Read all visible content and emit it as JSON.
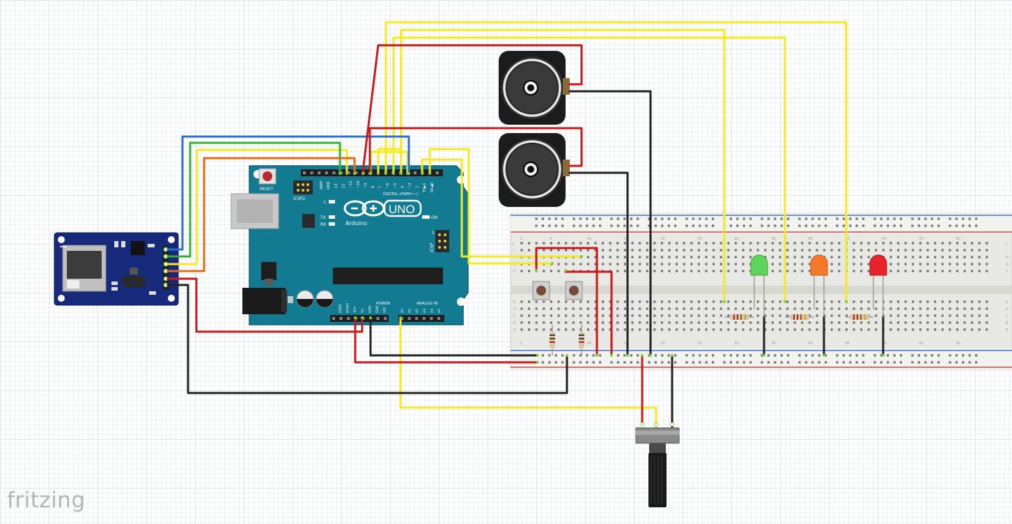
{
  "app": {
    "logo": "fritzing"
  },
  "arduino": {
    "reset_label": "RESET",
    "icsp2_label": "ICSP2",
    "icsp_label": "ICSP",
    "l_label": "L",
    "tx_label": "TX",
    "rx_label": "RX",
    "on_label": "ON",
    "uno_label": "UNO",
    "brand_label": "Arduino",
    "digital_label": "DIGITAL (PWM=~)",
    "aref_label": "AREF",
    "gnd_label": "GND",
    "digital_pins": [
      "13",
      "12",
      "~11",
      "~10",
      "~9",
      "8",
      "7",
      "~6",
      "~5",
      "4",
      "~3",
      "2",
      "TX▶1",
      "RX◀0"
    ],
    "power_label": "POWER",
    "analog_label": "ANALOG IN",
    "power_pins": [
      "IOREF",
      "RESET",
      "3V3",
      "5V",
      "GND",
      "GND",
      "VIN"
    ],
    "analog_pins": [
      "A0",
      "A1",
      "A2",
      "A3",
      "A4",
      "A5"
    ],
    "icsp_num": "1"
  },
  "breadboard": {
    "col_numbers": [
      "1",
      "5",
      "10",
      "15",
      "20",
      "25",
      "30",
      "35",
      "40",
      "45",
      "50",
      "55",
      "60"
    ],
    "row_letters_top": [
      "J",
      "I",
      "H",
      "G",
      "F"
    ],
    "row_letters_bottom": [
      "E",
      "D",
      "C",
      "B",
      "A"
    ]
  },
  "colors": {
    "board_blue": "#127a91",
    "wire_red": "#c8191a",
    "wire_yellow": "#f5ea1e",
    "wire_black": "#222222",
    "wire_blue": "#2a6fd8",
    "wire_green": "#37b036",
    "wire_orange": "#e06d1c",
    "led_green": "#5fd45a",
    "led_orange": "#f47a2a",
    "led_red": "#e8232b"
  }
}
